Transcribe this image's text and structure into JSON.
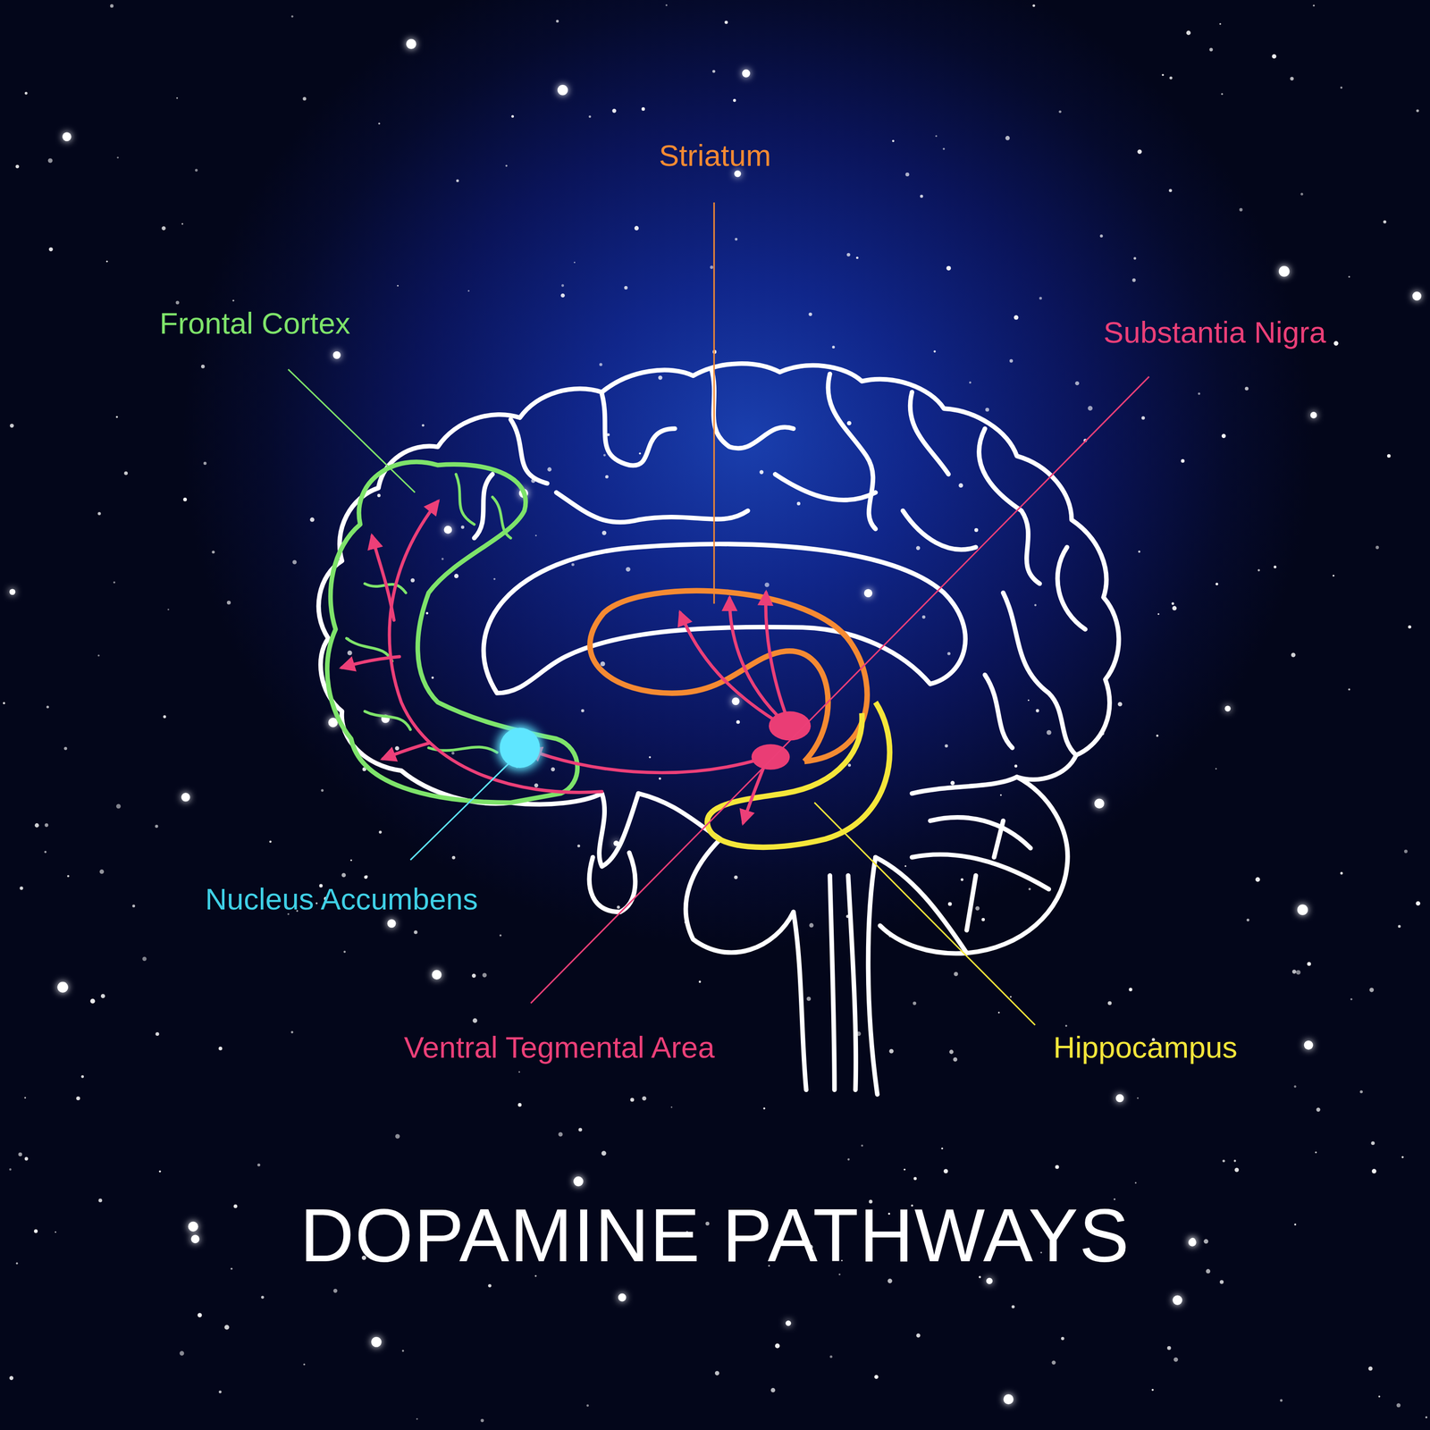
{
  "diagram": {
    "title": "DOPAMINE PATHWAYS",
    "labels": [
      "Striatum",
      "Frontal Cortex",
      "Substantia Nigra",
      "Nucleus Accumbens",
      "Ventral Tegmental Area",
      "Hippocampus"
    ]
  }
}
